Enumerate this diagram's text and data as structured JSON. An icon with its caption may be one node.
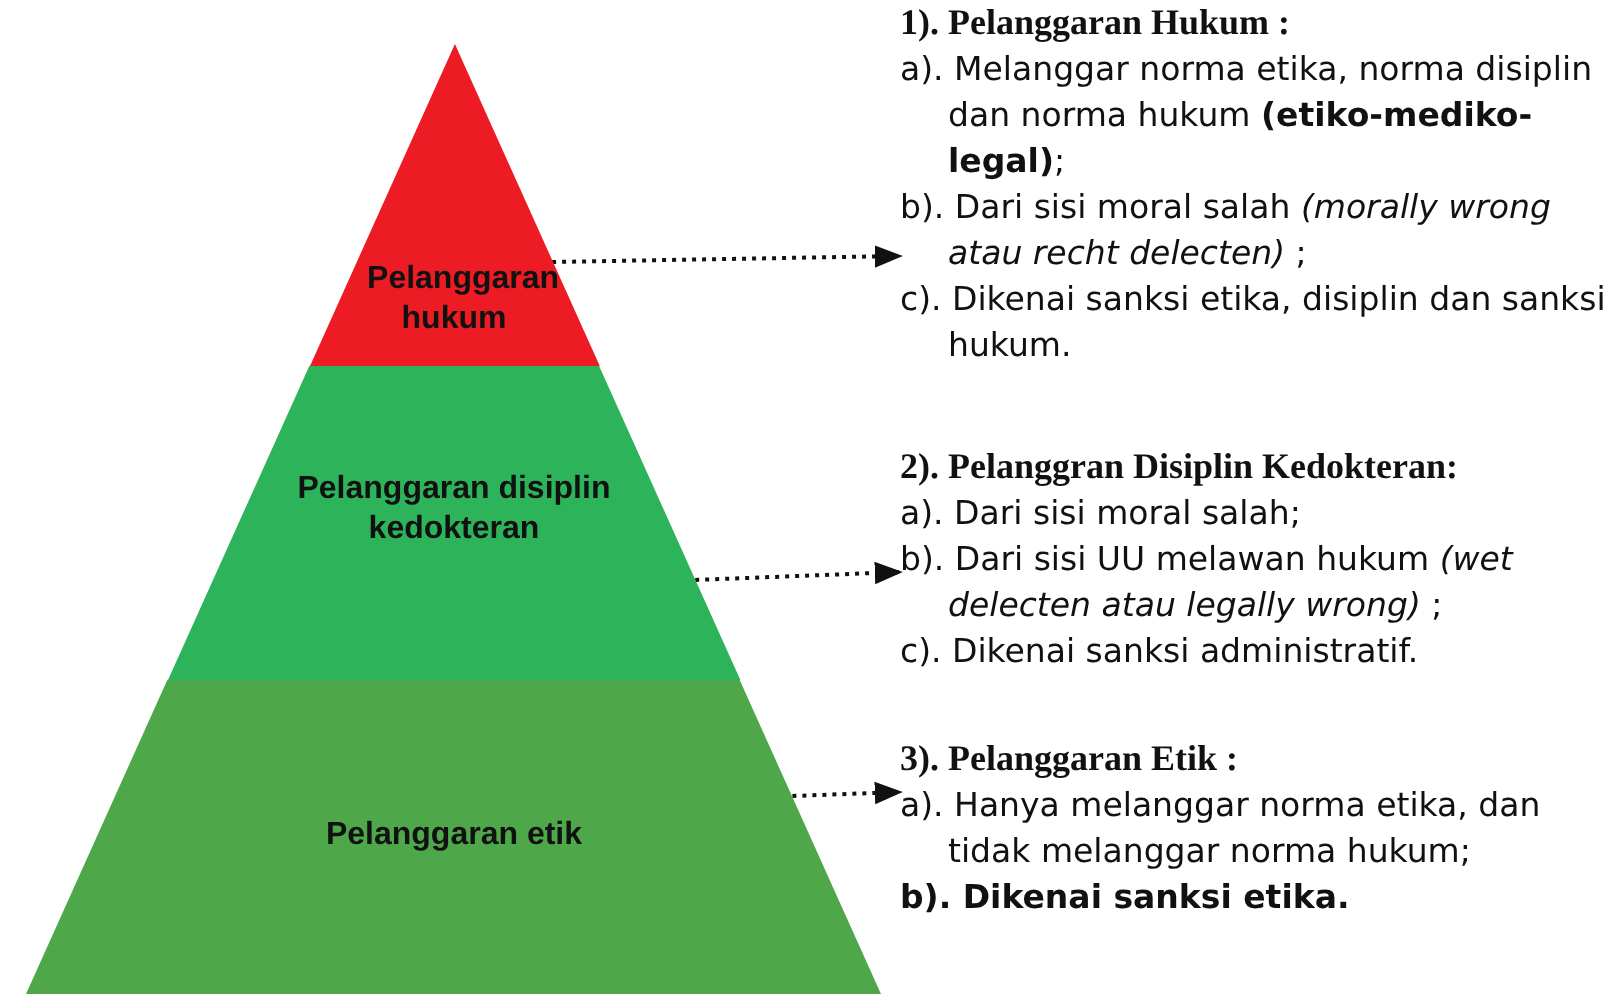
{
  "diagram": {
    "nodes": [
      {
        "text": [
          "Pelanggaran hukum"
        ]
      },
      {
        "text": [
          "Pelanggaran disiplin kedokteran"
        ]
      },
      {
        "text": [
          "Pelanggaran etik"
        ]
      },
      {
        "text": [
          "1). Pelanggaran Hukum :",
          "a). Melanggar norma etika, norma disiplin dan norma hukum **(etiko-mediko-legal)**;",
          "b). Dari sisi moral salah *(morally wrong atau recht delecten)* ;",
          "c). Dikenai sanksi etika, disiplin dan sanksi hukum."
        ]
      },
      {
        "text": [
          "2). Pelanggran Disiplin Kedokteran:",
          "a). Dari sisi moral  salah;",
          "b). Dari sisi UU melawan hukum *(wet delecten atau legally wrong)* ;",
          "c). Dikenai sanksi administratif."
        ]
      },
      {
        "text": [
          "3). Pelanggaran Etik :",
          "a). Hanya melanggar norma etika, dan tidak melanggar norma hukum;",
          "**b). Dikenai sanksi etika.**"
        ]
      }
    ],
    "edges": [
      {
        "from": 0,
        "to": 3,
        "arrow": "to",
        "style": "dashed"
      },
      {
        "from": 1,
        "to": 4,
        "arrow": "to",
        "style": "dashed"
      },
      {
        "from": 2,
        "to": 5,
        "arrow": "to",
        "style": "dashed"
      }
    ]
  }
}
